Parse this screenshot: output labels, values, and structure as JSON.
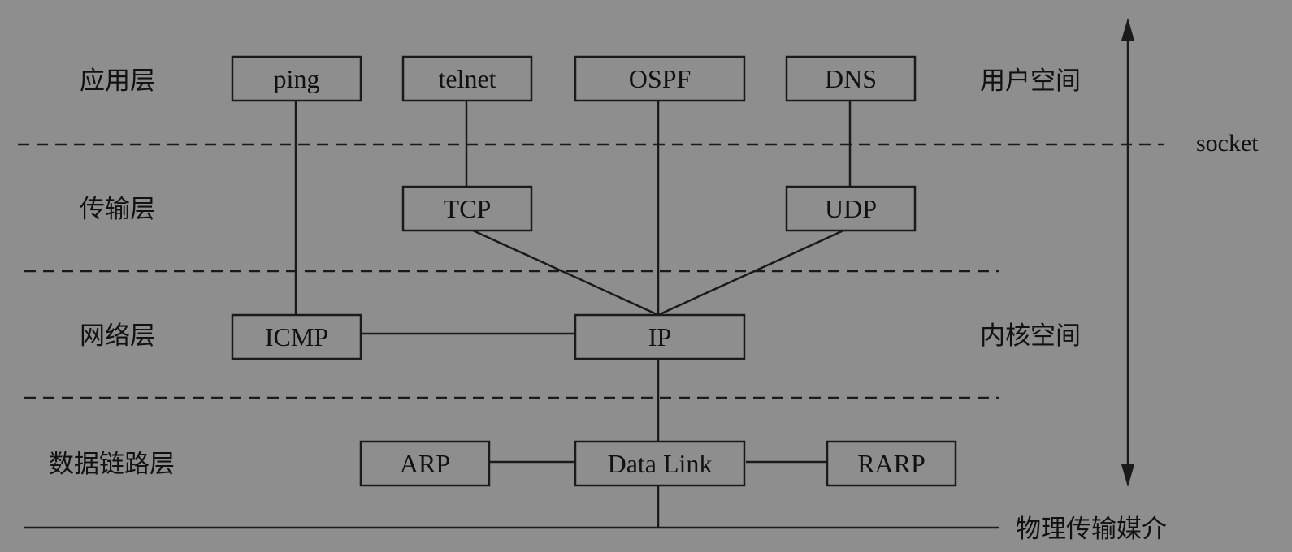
{
  "layers": {
    "application": "应用层",
    "transport": "传输层",
    "network": "网络层",
    "datalink": "数据链路层"
  },
  "spaces": {
    "user": "用户空间",
    "kernel": "内核空间"
  },
  "socket": "socket",
  "physical_medium": "物理传输媒介",
  "protocols": {
    "ping": "ping",
    "telnet": "telnet",
    "ospf": "OSPF",
    "dns": "DNS",
    "tcp": "TCP",
    "udp": "UDP",
    "icmp": "ICMP",
    "ip": "IP",
    "arp": "ARP",
    "datalink": "Data Link",
    "rarp": "RARP"
  },
  "connections": [
    [
      "ping",
      "icmp"
    ],
    [
      "telnet",
      "tcp"
    ],
    [
      "ospf",
      "ip"
    ],
    [
      "dns",
      "udp"
    ],
    [
      "tcp",
      "ip"
    ],
    [
      "udp",
      "ip"
    ],
    [
      "icmp",
      "ip"
    ],
    [
      "ip",
      "datalink"
    ],
    [
      "arp",
      "datalink"
    ],
    [
      "datalink",
      "rarp"
    ],
    [
      "datalink",
      "physical_medium"
    ]
  ],
  "colors": {
    "background": "#8e8e8e",
    "ink": "#1a1a1a"
  }
}
